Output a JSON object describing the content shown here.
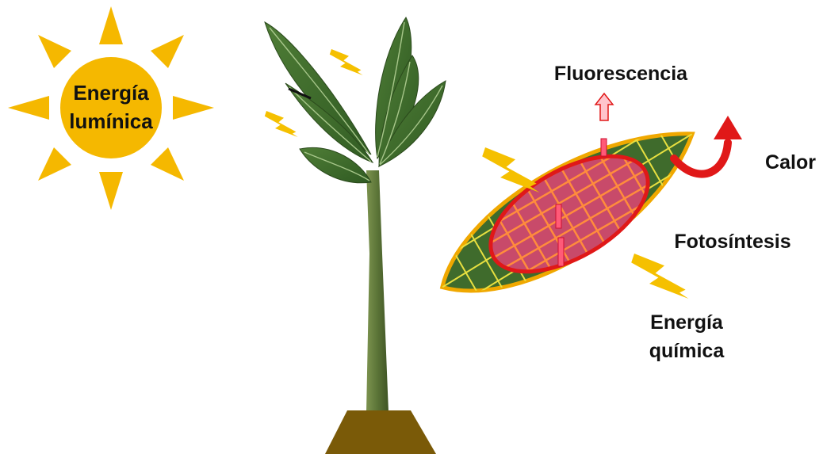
{
  "sun": {
    "label_line1": "Energía",
    "label_line2": "lumínica"
  },
  "labels": {
    "fluorescence": "Fluorescencia",
    "heat": "Calor",
    "photosynthesis": "Fotosíntesis",
    "chem_line1": "Energía",
    "chem_line2": "química"
  },
  "colors": {
    "sun": "#f5b800",
    "bolt": "#f5c000",
    "leaf_green": "#3f6b2c",
    "stem": "#5d7a3a",
    "soil": "#7a5a08",
    "leaf_outline": "#f0a800",
    "chloroplast": "#c84a6a",
    "chloroplast_outline": "#e01818",
    "grid_orange": "#ff8c3c",
    "grid_yellow": "#e8e040",
    "heat_arrow": "#e01818",
    "fluorescence_arrow": "#ffb0b8"
  }
}
